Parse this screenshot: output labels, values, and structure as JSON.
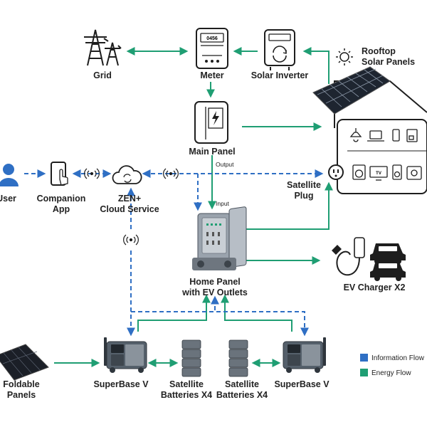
{
  "nodes": {
    "grid": "Grid",
    "meter": "Meter",
    "meter_display": "0456",
    "solar_inverter": "Solar Inverter",
    "rooftop_line1": "Rooftop",
    "rooftop_line2": "Solar Panels",
    "main_panel": "Main Panel",
    "user": "User",
    "companion_line1": "Companion",
    "companion_line2": "App",
    "zen_line1": "ZEN+",
    "zen_line2": "Cloud Service",
    "satellite_plug_line1": "Satellite",
    "satellite_plug_line2": "Plug",
    "output": "Output",
    "input": "Input",
    "home_panel_line1": "Home Panel",
    "home_panel_line2": "with EV Outlets",
    "ev_charger": "EV Charger X2",
    "foldable_line1": "Foldable",
    "foldable_line2": "Panels",
    "superbase_left": "SuperBase V",
    "satellite_batt_left_line1": "Satellite",
    "satellite_batt_left_line2": "Batteries X4",
    "satellite_batt_right_line1": "Satellite",
    "satellite_batt_right_line2": "Batteries X4",
    "superbase_right": "SuperBase V",
    "tv_label": "TV"
  },
  "legend": {
    "information_flow": "Information Flow",
    "energy_flow": "Energy Flow",
    "information_color": "#2f6fc4",
    "energy_color": "#1f9e73"
  },
  "colors": {
    "energy": "#1f9e73",
    "information": "#2f6fc4",
    "user_icon": "#2f6fc4",
    "outline": "#1e1e1e"
  }
}
